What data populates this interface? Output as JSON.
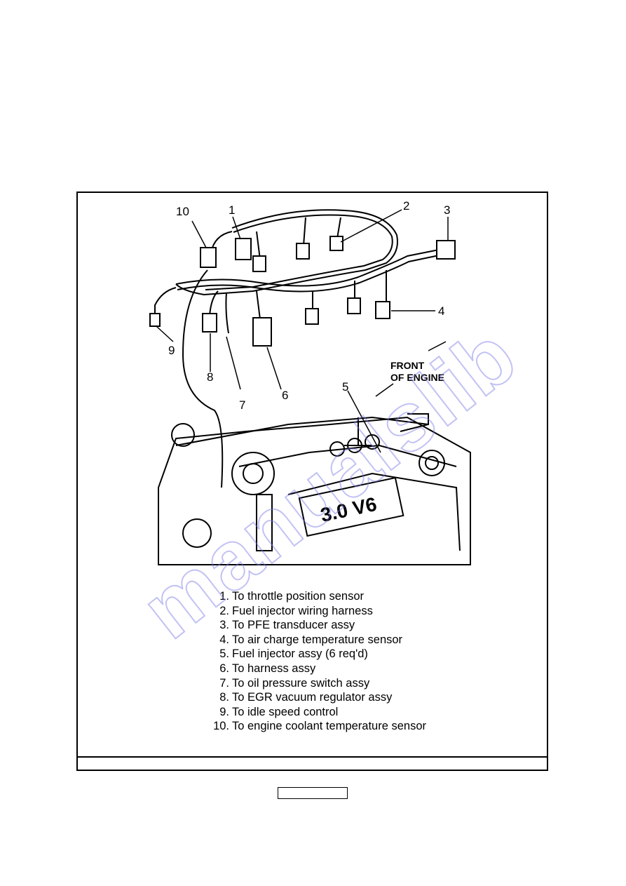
{
  "figure": {
    "callouts": [
      "1",
      "2",
      "3",
      "4",
      "5",
      "6",
      "7",
      "8",
      "9",
      "10"
    ],
    "front_label_line1": "FRONT",
    "front_label_line2": "OF ENGINE",
    "engine_badge": "3.0 V6"
  },
  "legend": [
    {
      "num": "1.",
      "text": "To throttle position sensor"
    },
    {
      "num": "2.",
      "text": "Fuel injector wiring harness"
    },
    {
      "num": "3.",
      "text": "To PFE transducer assy"
    },
    {
      "num": "4.",
      "text": "To air charge temperature sensor"
    },
    {
      "num": "5.",
      "text": "Fuel injector assy (6 req'd)"
    },
    {
      "num": "6.",
      "text": "To harness assy"
    },
    {
      "num": "7.",
      "text": "To oil pressure switch assy"
    },
    {
      "num": "8.",
      "text": "To EGR vacuum regulator assy"
    },
    {
      "num": "9.",
      "text": "To idle speed control"
    },
    {
      "num": "10.",
      "text": "To engine coolant temperature sensor"
    }
  ],
  "watermark": "manualslib"
}
